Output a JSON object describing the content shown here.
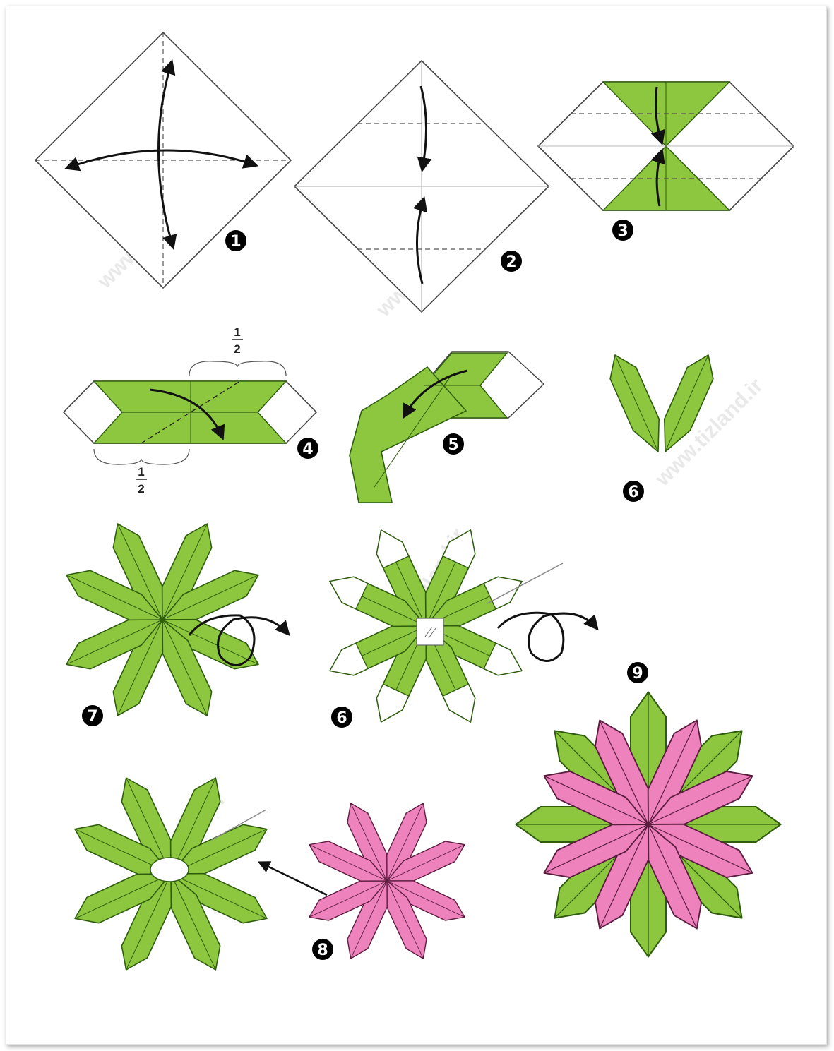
{
  "steps": [
    {
      "label": "1"
    },
    {
      "label": "2"
    },
    {
      "label": "3"
    },
    {
      "label": "4"
    },
    {
      "label": "5"
    },
    {
      "label": "6"
    },
    {
      "label": "7"
    },
    {
      "label": "6"
    },
    {
      "label": "9"
    },
    {
      "label": "8"
    }
  ],
  "fraction": {
    "numerator": "1",
    "denominator": "2"
  },
  "watermark": "www.tizland.ir",
  "colors": {
    "leaf_green": "#8dc63f",
    "leaf_dark": "#2e5d0e",
    "petal_pink": "#ee82bd",
    "petal_dark": "#5b1d3f",
    "paper_white": "#ffffff",
    "step_circle": "#000000"
  },
  "icons": [
    "curved-arrow-icon",
    "loop-arrow-icon",
    "straight-arrow-icon",
    "tape-icon"
  ]
}
